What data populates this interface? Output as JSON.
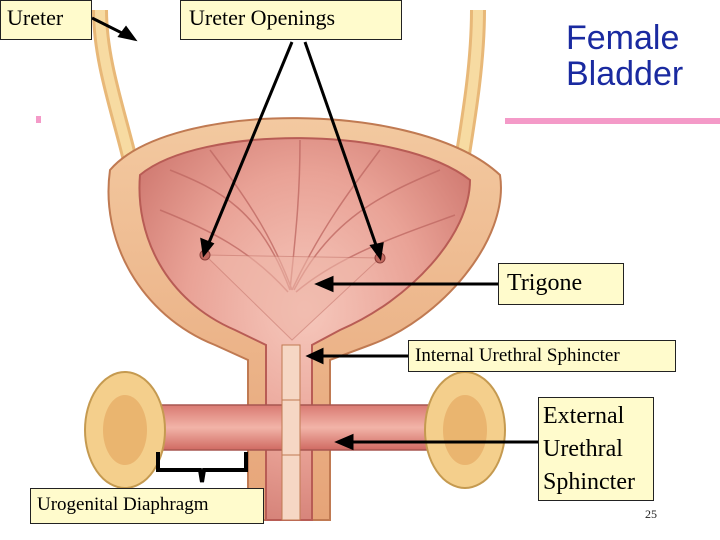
{
  "title": {
    "line1": "Female",
    "line2": "Bladder"
  },
  "labels": {
    "ureter": "Ureter",
    "ureter_openings": "Ureter Openings",
    "trigone": "Trigone",
    "internal_sphincter": "Internal Urethral Sphincter",
    "external_sphincter_l1": "External",
    "external_sphincter_l2": "Urethral",
    "external_sphincter_l3": "Sphincter",
    "urogenital_diaphragm": "Urogenital Diaphragm"
  },
  "page_number": "25",
  "colors": {
    "title": "#1a2aa0",
    "label_bg": "#fffbcc",
    "accent_pink": "#f49ac8",
    "tissue": "#e89a8c",
    "tube": "#f4cf8c"
  }
}
